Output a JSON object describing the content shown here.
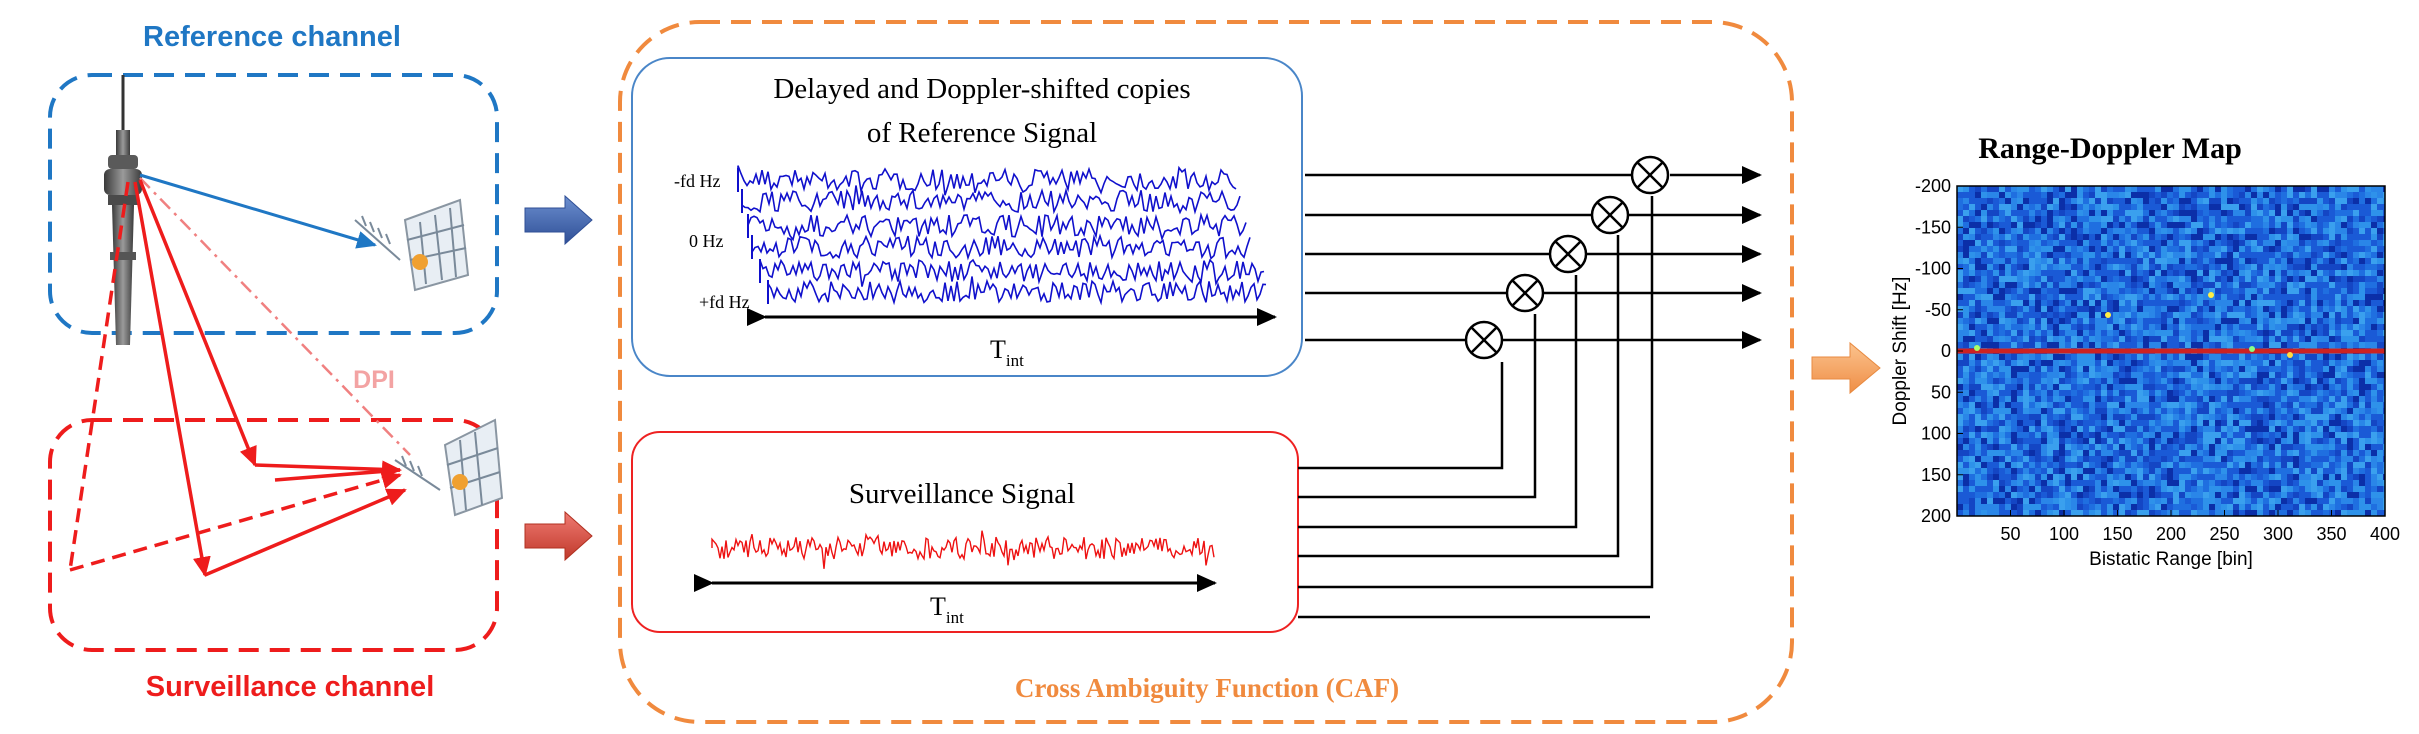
{
  "reference_channel": {
    "title": "Reference channel",
    "color": "#1f77c4"
  },
  "surveillance_channel": {
    "title": "Surveillance channel",
    "color": "#ee1c1c"
  },
  "dpi_label": "DPI",
  "dpi_color": "#f3a3a3",
  "caf": {
    "label": "Cross Ambiguity Function (CAF)",
    "color": "#f08a3e",
    "reference_box": {
      "title_line1": "Delayed and Doppler-shifted copies",
      "title_line2": "of Reference Signal",
      "doppler_labels": [
        "-fd Hz",
        "0 Hz",
        "+fd Hz"
      ],
      "tint_base": "T",
      "tint_sub": "int",
      "signal_color": "#1010cc"
    },
    "surveillance_box": {
      "title": "Surveillance Signal",
      "tint_base": "T",
      "tint_sub": "int",
      "signal_color": "#ee1111"
    }
  },
  "range_doppler_map": {
    "title": "Range-Doppler Map",
    "xlabel": "Bistatic Range [bin]",
    "ylabel": "Doppler Shift [Hz]",
    "x_ticks": [
      "50",
      "100",
      "150",
      "200",
      "250",
      "300",
      "350",
      "400"
    ],
    "y_ticks": [
      "-200",
      "-150",
      "-100",
      "-50",
      "0",
      "50",
      "100",
      "150",
      "200"
    ],
    "x_range": [
      0,
      400
    ],
    "y_range": [
      -200,
      200
    ],
    "zero_doppler_line_color": "#cc2222"
  }
}
